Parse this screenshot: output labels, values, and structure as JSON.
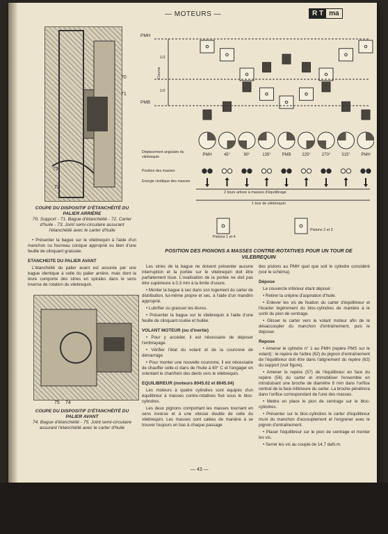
{
  "header": {
    "section": "— MOTEURS —",
    "logo_rt": "R T",
    "logo_ma": "ma"
  },
  "left_col": {
    "callout_70": "70",
    "callout_71": "71",
    "callout_73": "73",
    "callout_72": "72",
    "caption_rear": "COUPE DU DISPOSITIF D'ÉTANCHÉITÉ DU PALIER ARRIÈRE",
    "caption_rear_legend": "70. Support - 71. Bague d'étanchéité - 72. Carter d'huile - 73. Joint semi-circulaire assurant l'étanchéité avec le carter d'huile",
    "para_present": "• Présenter la bague sur le vilebrequin à l'aide d'un manchon ou fourreau conique approprié ou bien d'une feuille de clinquant graissée.",
    "heading_front": "ETANCHEITE DU PALIER AVANT",
    "para_front": "L'étanchéité du palier avant est assurée par une bague identique à celle du palier arrière, mais dont la lèvre comporte des stries en spirales dans le sens inverse de rotation du vilebrequin.",
    "callout_75": "75",
    "callout_74": "74",
    "caption_front": "COUPE DU DISPOSITIF D'ÉTANCHÉITÉ DU PALIER AVANT",
    "caption_front_legend": "74. Bague d'étanchéité - 75. Joint semi-circulaire assurant l'étanchéité avec le carter d'huile"
  },
  "diagram": {
    "pmh": "PMH",
    "pmb": "PMB",
    "course": "Course",
    "frac_top": "1/2",
    "frac_bottom": "1/2",
    "row_angular": "Déplacement angulaire du vilebrequin",
    "row_position": "Position des masses",
    "row_energy": "Energie cinétique des masses",
    "angles": [
      "PMH",
      "45°",
      "90°",
      "135°",
      "PMB",
      "225°",
      "270°",
      "315°",
      "PMH"
    ],
    "turns_label": "2 tours arbres à masses d'équilibrage",
    "crank_turn": "1 tour de vilebrequin",
    "pistons_14": "Pistons 1 et 4",
    "pistons_23": "Pistons 2 et 3"
  },
  "diagram_title": "POSITION DES PIGNONS A MASSES CONTRE-ROTATIVES POUR UN TOUR DE VILEBREQUIN",
  "mid_col": {
    "p1": "Les stries de la bague ne doivent présenter aucune interruption et la portée sur le vilebrequin doit être parfaitement lisse. L'ovalisation de la portée ne doit pas être supérieure à 0,3 mm à la limite d'usure.",
    "p2": "• Monter la bague à sec dans son logement du carter de distribution, lui-même propre et sec, à l'aide d'un mandrin approprié.",
    "p3": "• Lubrifier ou graisser les lèvres.",
    "p4": "• Présenter la bague sur le vilebrequin à l'aide d'une feuille de clinquant roulée et huilée.",
    "h_volant": "VOLANT MOTEUR (ou d'inertie)",
    "p5": "• Pour y accéder, il est nécessaire de déposer l'embrayage.",
    "p6": "• Vérifier l'état du volant et de la couronne de démarrage.",
    "p7": "• Pour monter une nouvelle couronne, il est nécessaire de chauffer celle-ci dans de l'huile à 80° C et l'engager en orientant le chanfrein des dents vers le vilebrequin.",
    "h_equil": "EQUILIBREUR (moteurs 8045.02 et 8045.04)",
    "p8": "Les moteurs à quatre cylindres sont équipés d'un équilibreur à masses contre-rotatives fixé sous le bloc-cylindres.",
    "p9": "Les deux pignons comportant les masses tournant en sens inverse et à une vitesse double de celle du vilebrequin. Les masses sont calées de manière à se trouver toujours en bas à chaque passage"
  },
  "right_col": {
    "p0": "des pistons au PMH quel que soit le cylindre considéré (voir le schéma).",
    "h_depose": "Dépose",
    "d0": "Le couvercle inférieur étant déposé :",
    "d1": "• Retirer la crépine d'aspiration d'huile.",
    "d2": "• Enlever les vis de fixation du carter d'équilibreur et l'écarter légèrement du bloc-cylindres de manière à le sortir du pion de centrage.",
    "d3": "• Glisser le carter vers le volant moteur afin de le désaccoupler du manchon d'entraînement, puis le déposer.",
    "h_repose": "Repose",
    "r1": "• Amener le cylindre n° 1 au PMH (repère PMS sur le volant) : le repère de l'arbre (62) du pignon d'entraînement de l'équilibreur doit être dans l'alignement du repère (63) du support (voir figure).",
    "r2": "• Amener le repère (57) de l'équilibreur en face du repère (56) du carter et immobiliser l'ensemble en introduisant une broche de diamètre 8 mm dans l'orifice central de la face inférieure du carter. La broche pénètrera dans l'orifice correspondant de l'une des masses.",
    "r3": "• Mettre en place le pion de centrage sur le bloc-cylindres.",
    "r4": "• Présenter sur le bloc-cylindres le carter d'équilibreur muni du manchon d'accouplement et l'engrener avec le pignon d'entraînement.",
    "r5": "• Placer l'équilibreur sur le pion de centrage et monter les vis.",
    "r6": "• Serrer les vis au couple de 14,7 daN.m."
  },
  "page_number": "— 43 —"
}
